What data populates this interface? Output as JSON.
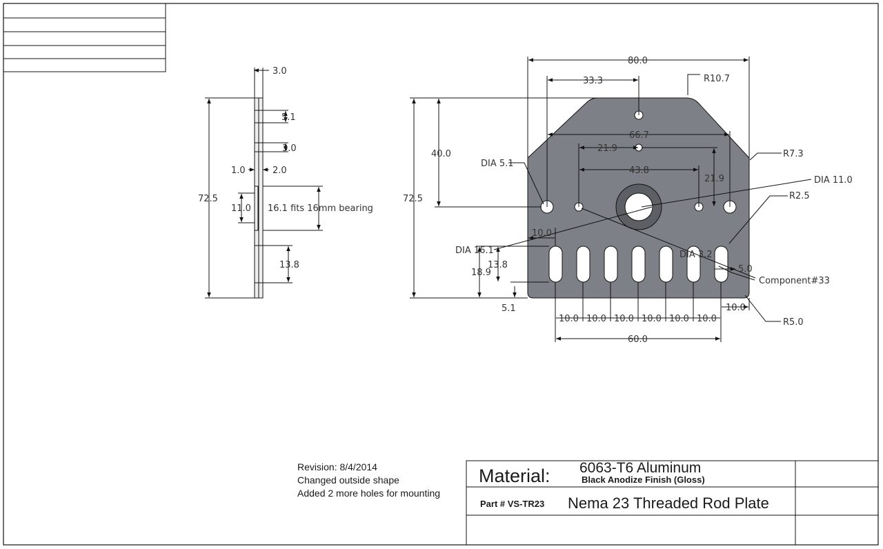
{
  "colors": {
    "plate_fill": "#7d8086",
    "line": "#111111",
    "dim_text": "#333333"
  },
  "dimensions": {
    "d80": "80.0",
    "d33_3": "33.3",
    "d66_7": "66.7",
    "d21_9_top": "21.9",
    "d43_8": "43.8",
    "d21_9_right": "21.9",
    "d40": "40.0",
    "d72_5_front": "72.5",
    "d72_5_side": "72.5",
    "d60": "60.0",
    "slot_pitch": [
      "10.0",
      "10.0",
      "10.0",
      "10.0",
      "10.0",
      "10.0"
    ],
    "d10_left": "10.0",
    "d10_right": "10.0",
    "d13_8_front": "13.8",
    "d18_9": "18.9",
    "d5_1_bottom": "5.1",
    "d5_0": "5.0",
    "side_3_0_top": "3.0",
    "side_5_1": "5.1",
    "side_3_0_mid": "3.0",
    "side_1_0": "1.0",
    "side_2_0": "2.0",
    "side_11_0": "11.0",
    "side_16_1": "16.1 fits 16mm bearing",
    "side_13_8": "13.8"
  },
  "callouts": {
    "r10_7": "R10.7",
    "r7_3": "R7.3",
    "r2_5": "R2.5",
    "r5_0": "R5.0",
    "dia_5_1": "DIA 5.1",
    "dia_11_0": "DIA 11.0",
    "dia_16_1": "DIA 16.1",
    "dia_3_2": "DIA 3.2",
    "component": "Component#33"
  },
  "revision": {
    "line1": "Revision: 8/4/2014",
    "line2": "Changed outside shape",
    "line3": "Added 2 more holes for mounting"
  },
  "title_block": {
    "material_label": "Material:",
    "material_value": "6063-T6 Aluminum",
    "finish": "Black Anodize Finish (Gloss)",
    "part_number": "Part # VS-TR23",
    "part_name": "Nema 23 Threaded Rod Plate"
  }
}
